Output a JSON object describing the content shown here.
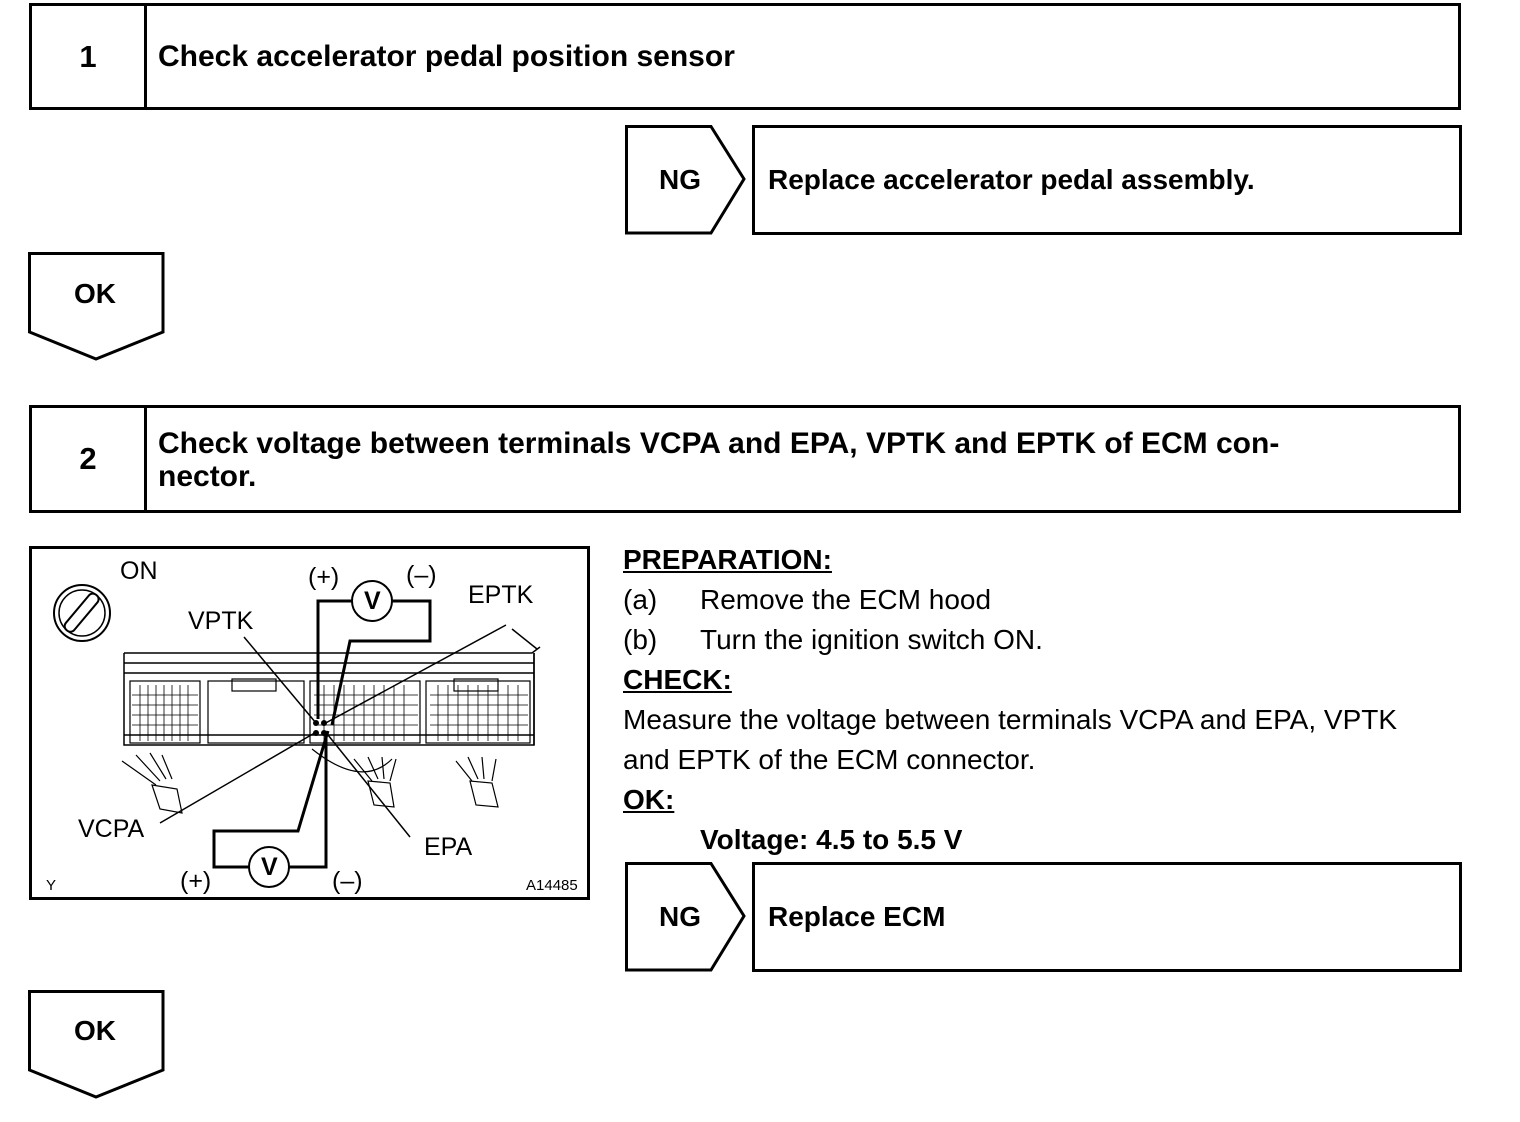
{
  "step1": {
    "number": "1",
    "title": "Check accelerator pedal position sensor",
    "ng_label": "NG",
    "ng_action": "Replace accelerator pedal assembly.",
    "ok_label": "OK"
  },
  "step2": {
    "number": "2",
    "title_line1": "Check voltage between terminals VCPA and EPA, VPTK and EPTK of ECM con-",
    "title_line2": "nector.",
    "diagram": {
      "on_label": "ON",
      "vptk_label": "VPTK",
      "eptk_label": "EPTK",
      "vcpa_label": "VCPA",
      "epa_label": "EPA",
      "plus_top": "(+)",
      "minus_top": "(–)",
      "plus_bottom": "(+)",
      "minus_bottom": "(–)",
      "meter_top": "V",
      "meter_bottom": "V",
      "corner_code": "Y",
      "figure_id": "A14485"
    },
    "preparation_heading": "PREPARATION:",
    "prep_a_marker": "(a)",
    "prep_a_text": "Remove the ECM hood",
    "prep_b_marker": "(b)",
    "prep_b_text": "Turn the ignition switch ON.",
    "check_heading": "CHECK:",
    "check_line1": "Measure the voltage between terminals VCPA and EPA, VPTK",
    "check_line2": "and EPTK of the ECM connector.",
    "ok_heading": "OK:",
    "spec": "Voltage: 4.5 to 5.5 V",
    "ng_label": "NG",
    "ng_action": "Replace ECM",
    "ok_label": "OK"
  }
}
